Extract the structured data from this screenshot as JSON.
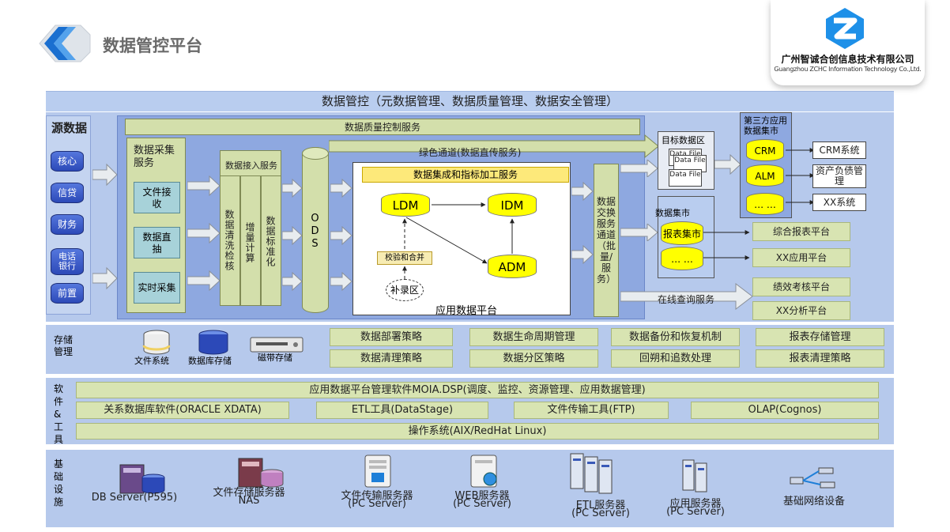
{
  "header": {
    "title": "数据管控平台"
  },
  "logo": {
    "company": "广州智诚合创信息技术有限公司",
    "company_en": "Guangzhou ZCHC Information Technology Co.,Ltd."
  },
  "diagram": {
    "top_title": "数据管控（元数据管理、数据质量管理、数据安全管理）",
    "source": {
      "title": "源数据",
      "items": [
        "核心",
        "信贷",
        "财务",
        "电话银行",
        "前置"
      ]
    },
    "collect": {
      "title": "数据采集服务",
      "items": [
        "文件接收",
        "数据直抽",
        "实时采集"
      ]
    },
    "quality": "数据质量控制服务",
    "green_channel": "绿色通道(数据直传服务)",
    "access": {
      "title": "数据接入服务",
      "cols": [
        "数据清洗检核",
        "增量计算",
        "数据标准化"
      ]
    },
    "ods": "ODS",
    "app_platform": {
      "title": "应用数据平台",
      "process": "数据集成和指标加工服务",
      "ldm": "LDM",
      "idm": "IDM",
      "adm": "ADM",
      "verify": "校验和合并",
      "supplement": "补录区"
    },
    "exchange": "数据交换服务通道（批量/服务）",
    "online": "在线查询服务",
    "target": {
      "title": "目标数据区",
      "file": "Data File"
    },
    "mart": {
      "title": "数据集市",
      "items": [
        "报表集市",
        "…  …"
      ]
    },
    "third": {
      "title": "第三方应用数据集市",
      "items": [
        "CRM",
        "ALM",
        "…  …"
      ],
      "systems": [
        "CRM系统",
        "资产负债管理",
        "XX系统"
      ]
    },
    "platforms": [
      "综合报表平台",
      "XX应用平台",
      "绩效考核平台",
      "XX分析平台"
    ]
  },
  "storage": {
    "title": "存储管理",
    "icons": [
      "文件系统",
      "数据库存储",
      "磁带存储"
    ],
    "policies": [
      "数据部署策略",
      "数据生命周期管理",
      "数据备份和恢复机制",
      "报表存储管理",
      "数据清理策略",
      "数据分区策略",
      "回朔和追数处理",
      "报表清理策略"
    ]
  },
  "software": {
    "title": "软件&工具",
    "rows": {
      "top": "应用数据平台管理软件MOIA.DSP(调度、监控、资源管理、应用数据管理)",
      "mid": [
        "关系数据库软件(ORACLE XDATA)",
        "ETL工具(DataStage)",
        "文件传输工具(FTP)",
        "OLAP(Cognos)"
      ],
      "bottom": "操作系统(AIX/RedHat Linux)"
    }
  },
  "infra": {
    "title": "基础设施",
    "items": [
      {
        "name": "DB Server(P595)",
        "sub": ""
      },
      {
        "name": "文件存储服务器",
        "sub": "NAS"
      },
      {
        "name": "文件传输服务器",
        "sub": "(PC Server)"
      },
      {
        "name": "WEB服务器",
        "sub": "(PC Server)"
      },
      {
        "name": "ETL服务器",
        "sub": "(PC Server)"
      },
      {
        "name": "应用服务器",
        "sub": "(PC Server)"
      },
      {
        "name": "基础网络设备",
        "sub": ""
      }
    ]
  },
  "colors": {
    "band": "#b6c9ec",
    "green": "#d8e4b2",
    "yellow": "#ffff00",
    "blue": "#2c49b8",
    "accent": "#1e7fd8"
  }
}
